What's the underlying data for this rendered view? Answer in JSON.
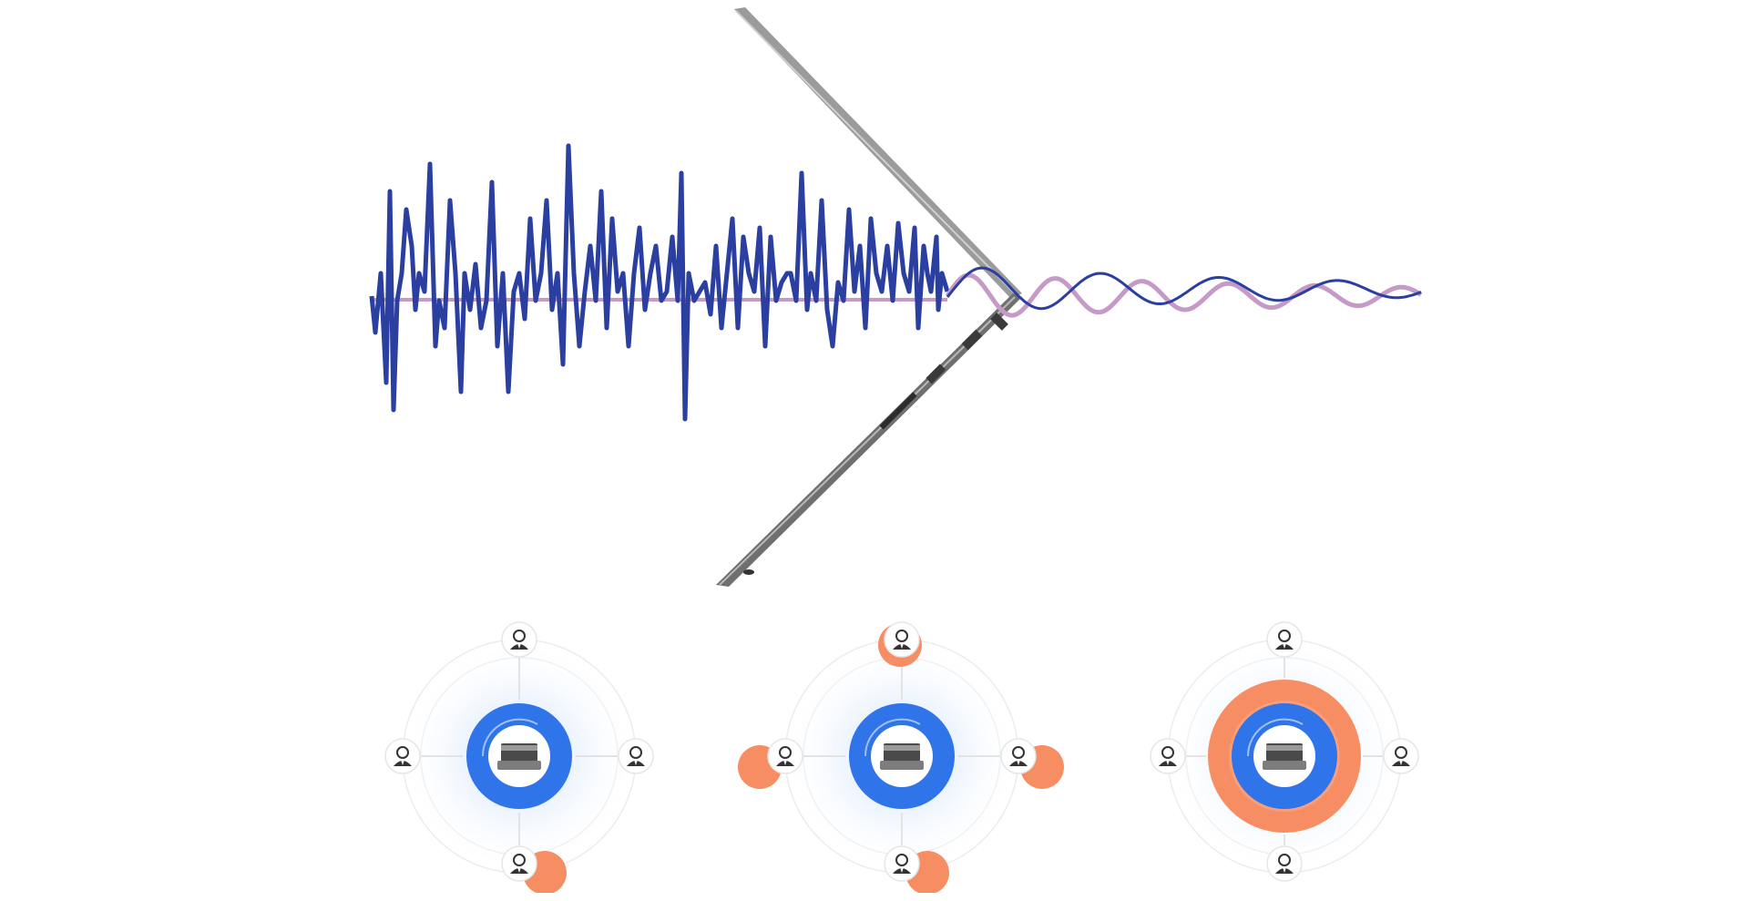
{
  "scene": {
    "icons": {
      "wave": "noise-waveform-icon",
      "laptop": "laptop-side-view-icon",
      "user": "user-avatar-icon",
      "device": "laptop-icon"
    },
    "colors": {
      "noise_wave": "#2b3fa1",
      "clean_wave": "#c59ac6",
      "laptop_body": "#8a8a8a",
      "hub_ring": "#2f74e8",
      "noise_blob": "#f78e63",
      "connector": "#e3e3e3"
    }
  },
  "panels": [
    {
      "name": "single-speaker",
      "noise_sources": [
        "bottom"
      ],
      "outer_ring": false
    },
    {
      "name": "multi-speaker",
      "noise_sources": [
        "top",
        "left",
        "right",
        "bottom"
      ],
      "outer_ring": false
    },
    {
      "name": "ambient-noise",
      "noise_sources": [],
      "outer_ring": true
    }
  ]
}
